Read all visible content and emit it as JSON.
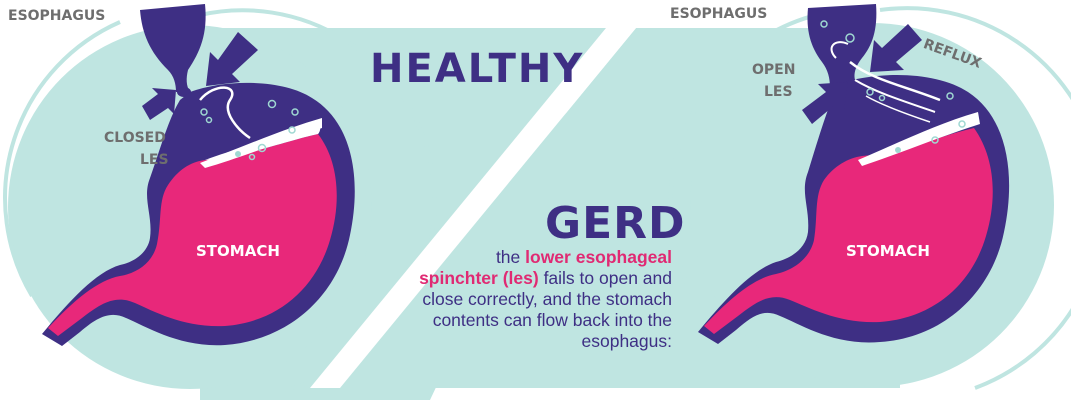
{
  "colors": {
    "teal": "#bfe5e1",
    "purple": "#3e2f84",
    "pink": "#e8287a",
    "white": "#ffffff",
    "label_grey": "#6e6e6e",
    "highlight": "#e02a73"
  },
  "healthy": {
    "title": "HEALTHY",
    "esophagus_label": "ESOPHAGUS",
    "les_label_line1": "CLOSED",
    "les_label_line2": "LES",
    "stomach_label": "STOMACH"
  },
  "gerd": {
    "title": "GERD",
    "esophagus_label": "ESOPHAGUS",
    "les_label_line1": "OPEN",
    "les_label_line2": "LES",
    "reflux_label": "REFLUX",
    "stomach_label": "STOMACH",
    "description": {
      "prefix": "the ",
      "highlight": "lower esophageal spinchter (les)",
      "suffix": " fails to open and close correctly, and the stomach contents can flow back into the esophagus:"
    }
  }
}
